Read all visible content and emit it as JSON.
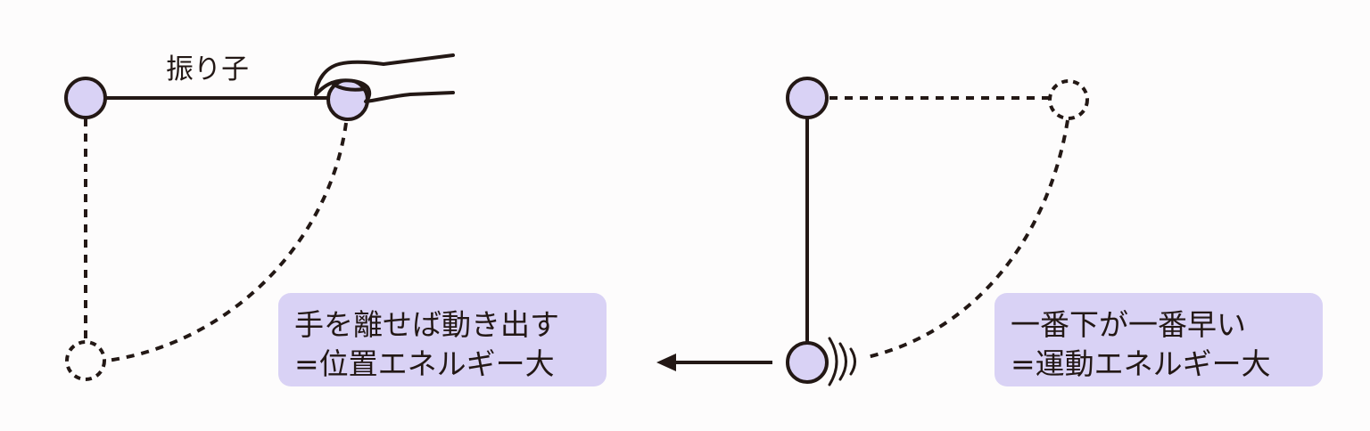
{
  "pendulum_label": "振り子",
  "left_caption": {
    "line1": "手を離せば動き出す",
    "line2": "=位置エネルギー大"
  },
  "right_caption": {
    "line1": "一番下が一番早い",
    "line2": "=運動エネルギー大"
  },
  "colors": {
    "ink": "#231815",
    "bob_fill": "#d9d2f5",
    "caption_bg": "#d9d2f5",
    "background": "#fdfcfc"
  },
  "icons": [
    "hand-icon",
    "motion-lines-icon",
    "arrow-left-icon"
  ]
}
